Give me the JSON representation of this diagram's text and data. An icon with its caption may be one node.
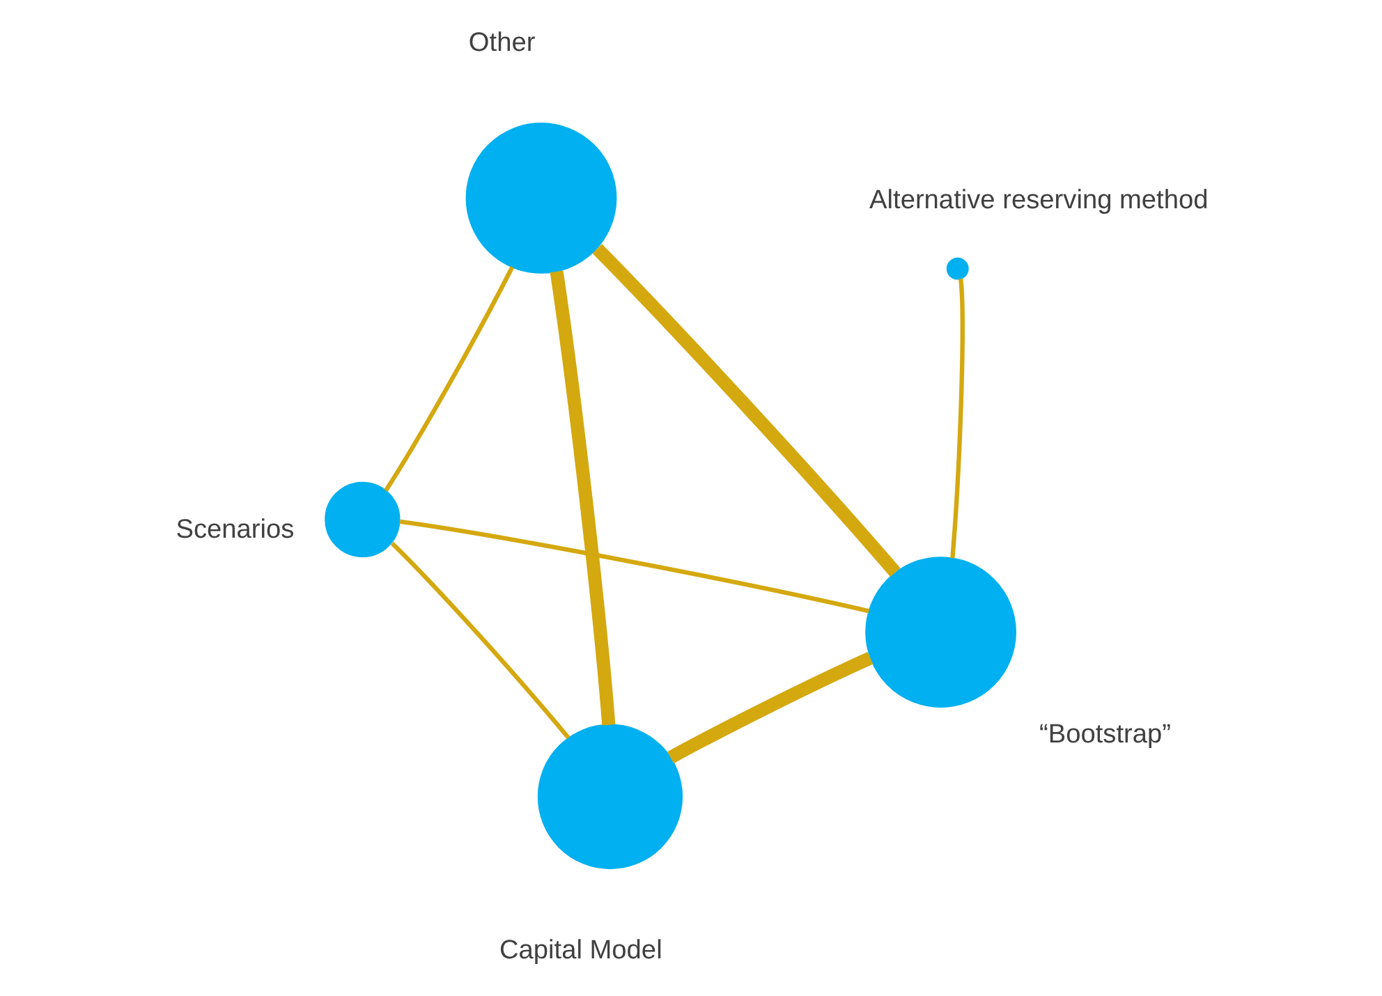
{
  "diagram": {
    "nodes": [
      {
        "text": [],
        "shape": "circle",
        "beside": [
          "“Bootstrap”"
        ]
      },
      {
        "text": [],
        "shape": "circle",
        "beside": [
          "Capital Model"
        ]
      },
      {
        "text": [],
        "shape": "circle",
        "beside": [
          "Scenarios"
        ]
      },
      {
        "text": [],
        "shape": "circle",
        "beside": [
          "Other"
        ]
      },
      {
        "text": [],
        "shape": "circle",
        "beside": [
          "Alternative reserving method"
        ]
      }
    ],
    "edges": [
      {
        "from": 0,
        "to": 1,
        "arrow": "none",
        "style": "thick"
      },
      {
        "from": 0,
        "to": 2,
        "arrow": "none"
      },
      {
        "from": 0,
        "to": 3,
        "arrow": "none",
        "style": "thick"
      },
      {
        "from": 0,
        "to": 4,
        "arrow": "none"
      },
      {
        "from": 1,
        "to": 3,
        "arrow": "none",
        "style": "thick"
      },
      {
        "from": 1,
        "to": 2,
        "arrow": "none"
      },
      {
        "from": 3,
        "to": 2,
        "arrow": "none"
      }
    ]
  }
}
